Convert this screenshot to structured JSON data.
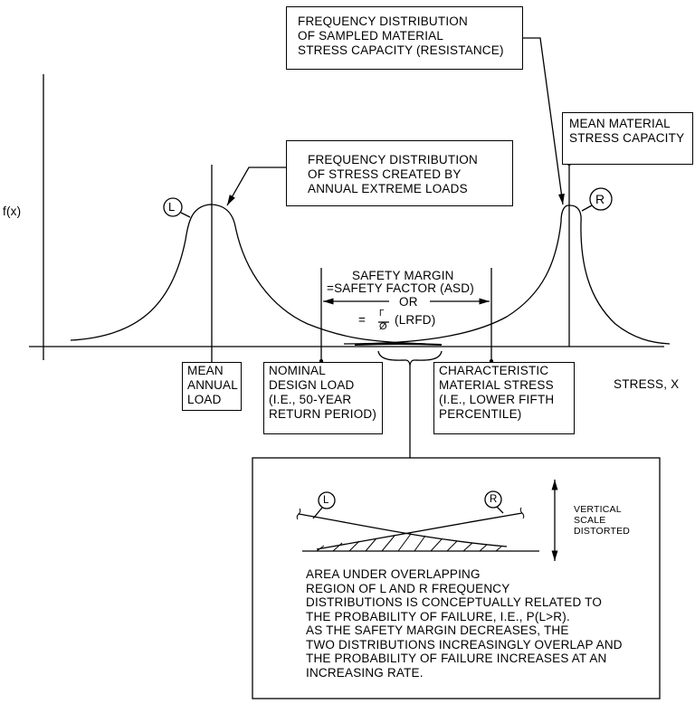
{
  "colors": {
    "ink": "#000000",
    "background": "#ffffff"
  },
  "axes": {
    "y_label": "f(x)",
    "x_label": "STRESS, x"
  },
  "curve_labels": {
    "load": "L",
    "resistance": "R"
  },
  "callouts": {
    "resistance_distribution": [
      "FREQUENCY DISTRIBUTION",
      "OF SAMPLED MATERIAL",
      "STRESS CAPACITY (RESISTANCE)"
    ],
    "load_distribution": [
      "FREQUENCY DISTRIBUTION",
      "OF STRESS CREATED BY",
      "ANNUAL EXTREME LOADS"
    ],
    "mean_capacity": [
      "MEAN MATERIAL",
      "STRESS CAPACITY"
    ],
    "mean_load": [
      "MEAN",
      "ANNUAL",
      "LOAD"
    ],
    "nominal_load": [
      "NOMINAL",
      "DESIGN LOAD",
      "(I.E., 50-YEAR",
      "RETURN PERIOD)"
    ],
    "characteristic_stress": [
      "CHARACTERISTIC",
      "MATERIAL STRESS",
      "(I.E., LOWER FIFTH",
      "PERCENTILE)"
    ]
  },
  "safety_margin": {
    "line1": "SAFETY MARGIN",
    "line2": "=SAFETY FACTOR (ASD)",
    "line3": "OR",
    "eq_prefix": "=",
    "numerator": "γ",
    "denominator": "ø",
    "eq_suffix": "(LRFD)"
  },
  "detail": {
    "label_l": "L",
    "label_r": "R",
    "scale_note": [
      "VERTICAL",
      "SCALE",
      "DISTORTED"
    ],
    "explanation": [
      "AREA UNDER OVERLAPPING",
      "REGION OF L AND R FREQUENCY",
      "DISTRIBUTIONS IS CONCEPTUALLY RELATED TO",
      "THE PROBABILITY OF FAILURE, I.E., P(L>R).",
      "AS THE SAFETY MARGIN DECREASES, THE",
      "TWO DISTRIBUTIONS INCREASINGLY OVERLAP AND",
      "THE PROBABILITY OF FAILURE INCREASES AT AN",
      "INCREASING RATE."
    ]
  }
}
